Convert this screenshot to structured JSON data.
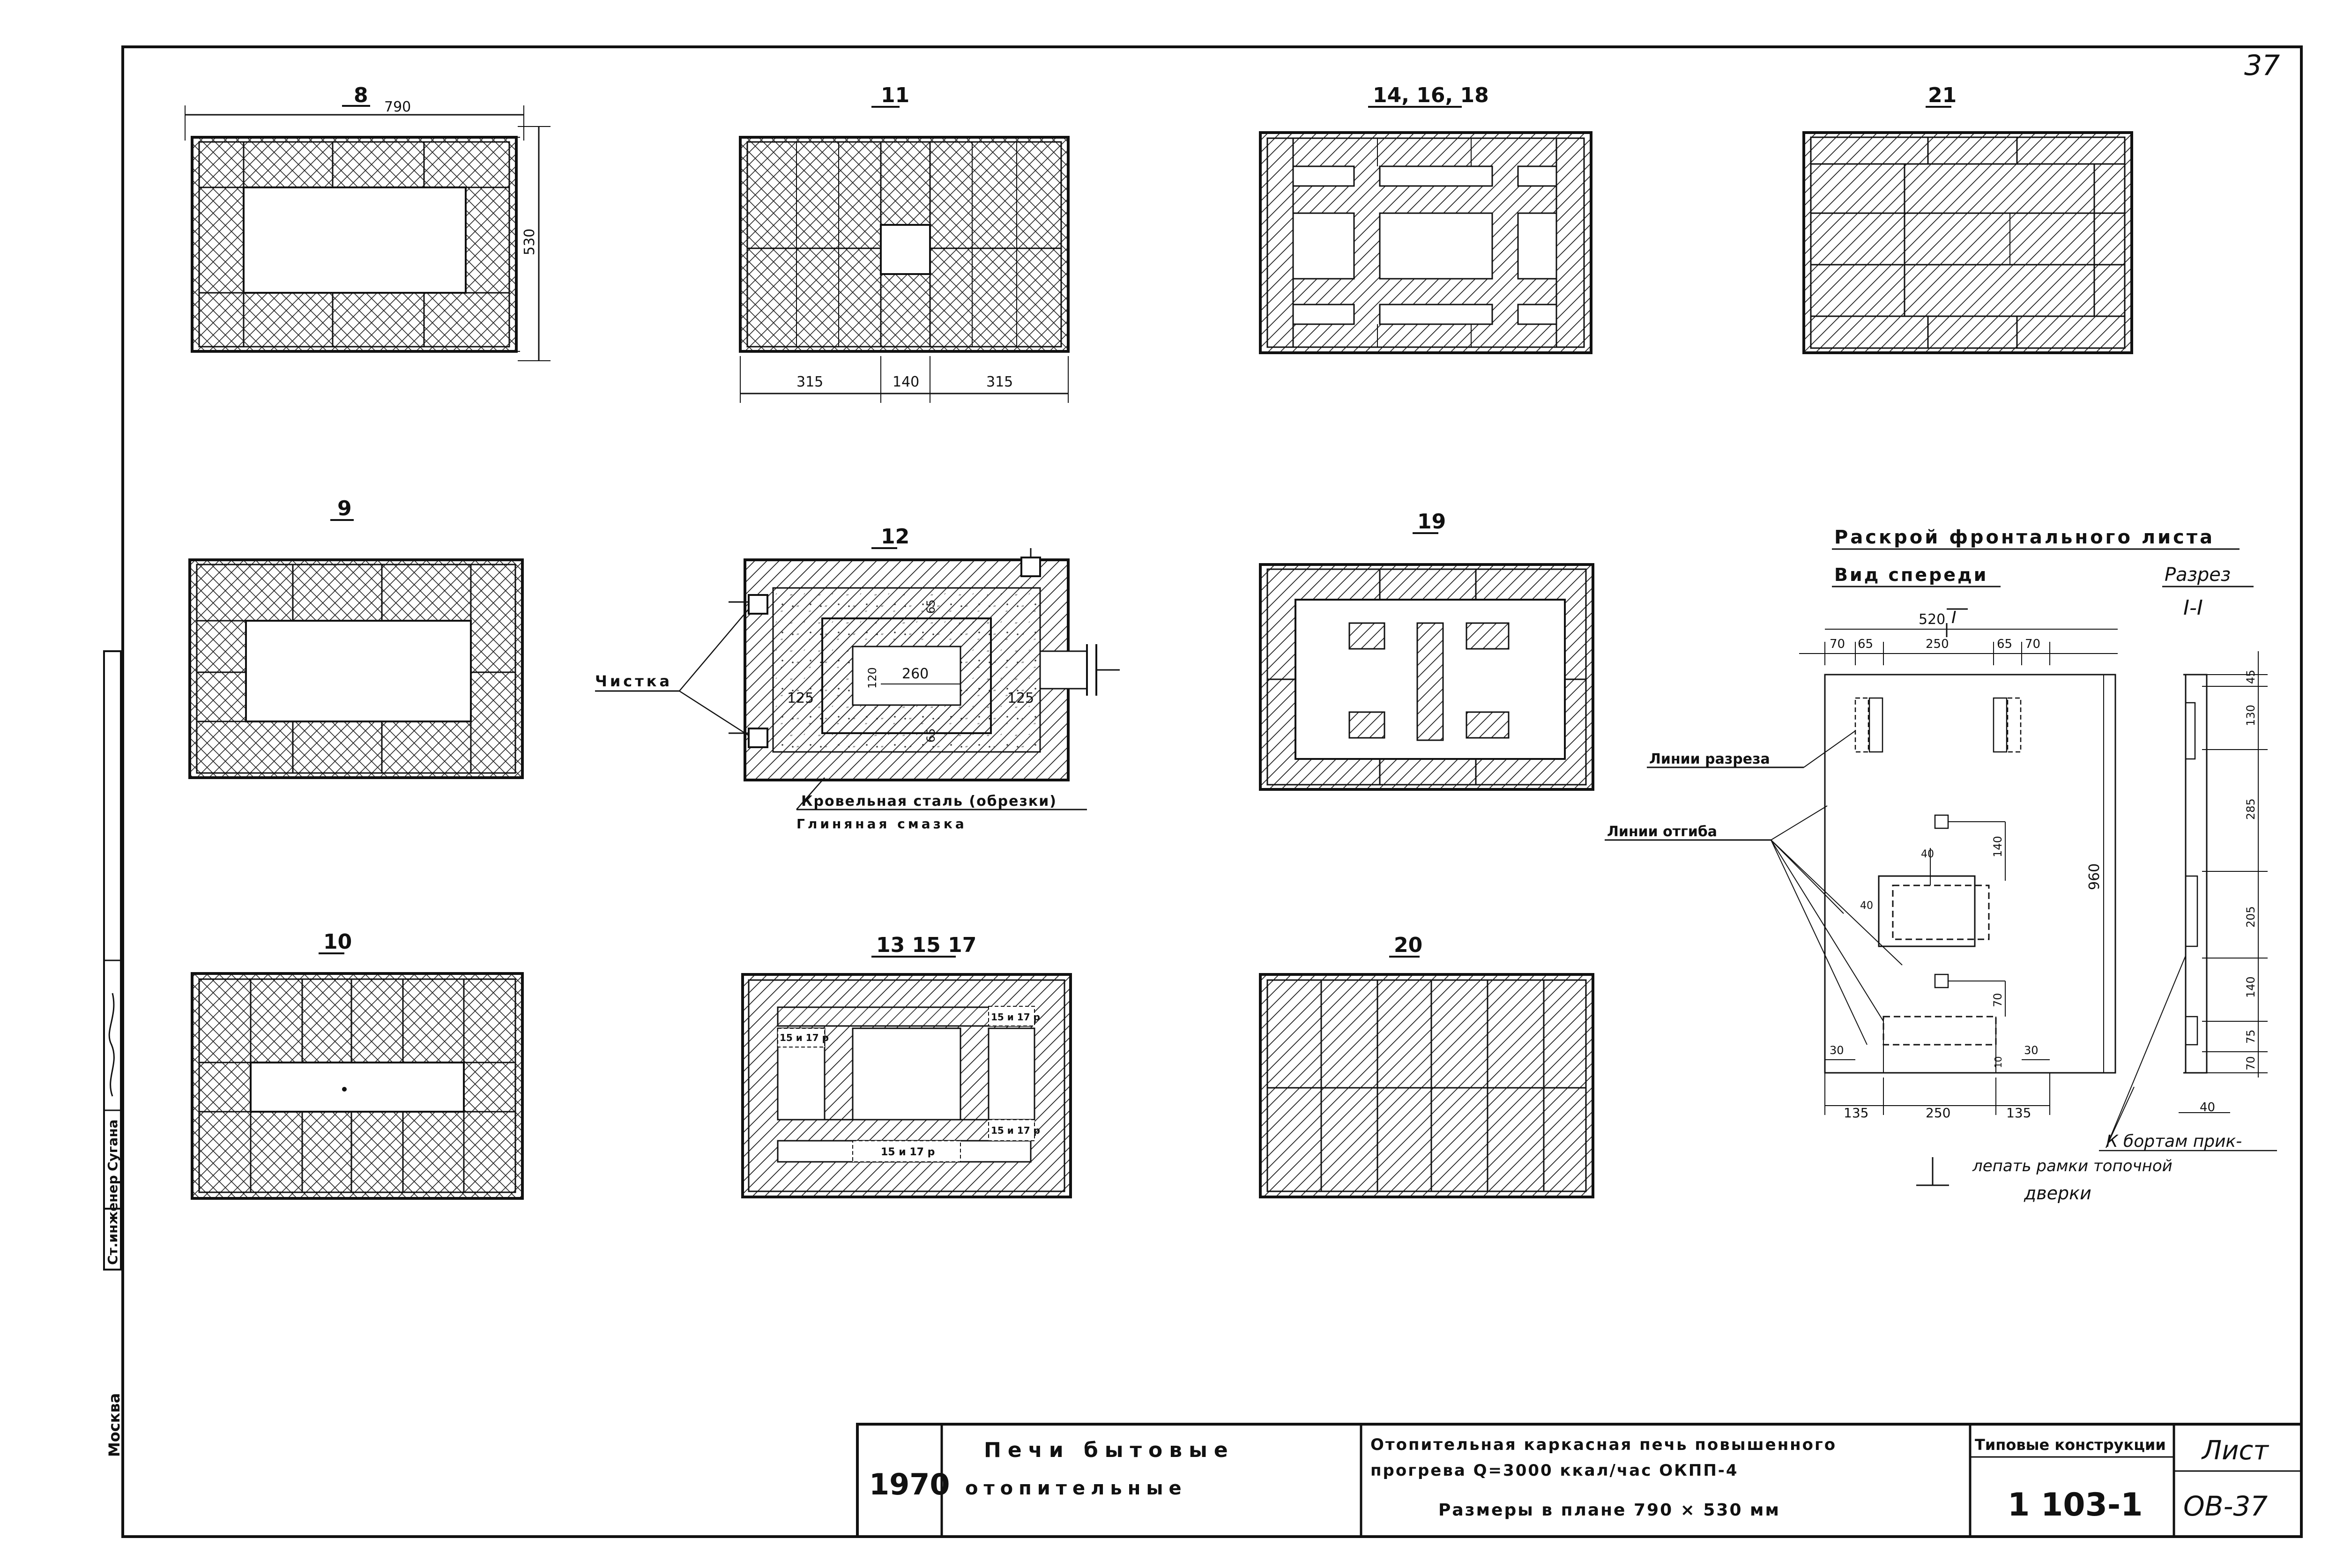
{
  "sheet": {
    "page_number": "37",
    "city": "Москва",
    "signatures": {
      "role": "Ст.инженер",
      "name": "Сугана"
    }
  },
  "courses": [
    {
      "id": "c8",
      "label": "8",
      "dims": {
        "width": "790",
        "height": "530"
      }
    },
    {
      "id": "c11",
      "label": "11",
      "dims": {
        "left": "315",
        "center": "140",
        "right": "315"
      }
    },
    {
      "id": "c14",
      "label": "14, 16, 18"
    },
    {
      "id": "c21",
      "label": "21"
    },
    {
      "id": "c9",
      "label": "9"
    },
    {
      "id": "c12",
      "label": "12",
      "dims": {
        "a": "260",
        "b": "120",
        "c": "125",
        "d": "125",
        "e": "65",
        "f": "65"
      }
    },
    {
      "id": "c19",
      "label": "19"
    },
    {
      "id": "c10",
      "label": "10"
    },
    {
      "id": "c13",
      "label": "13 15 17",
      "marks": [
        "15 и 17 р",
        "15 и 17 р",
        "15 и 17 р",
        "15 и 17 р"
      ]
    },
    {
      "id": "c20",
      "label": "20"
    }
  ],
  "callouts": {
    "cleaning": "Чистка",
    "roof_steel": "Кровельная сталь (обрезки)",
    "clay_coat": "Глиняная смазка"
  },
  "front_sheet": {
    "title": "Раскрой фронтального листа",
    "front_view": "Вид спереди",
    "section": "Разрез",
    "section_mark": "I-I",
    "section_tag": "I",
    "cut_line": "Линии разреза",
    "bend_line": "Линии отгиба",
    "note": [
      "К бортам прик-",
      "лепать рамки топочной",
      "дверки"
    ],
    "dims_top": [
      "70",
      "65",
      "250",
      "65",
      "70"
    ],
    "width": "520",
    "height": "960",
    "dims_bottom": [
      "135",
      "250",
      "135"
    ],
    "dims_inner": [
      "140",
      "40",
      "40",
      "70",
      "30",
      "30",
      "10"
    ],
    "section_dims": [
      "45",
      "130",
      "285",
      "205",
      "140",
      "75",
      "70"
    ],
    "section_bottom": "40"
  },
  "title_block": {
    "year": "1970",
    "group_line1": "Печи бытовые",
    "group_line2": "отопительные",
    "desc_line1": "Отопительная каркасная печь повышенного",
    "desc_line2": "прогрева Q=3000 ккал/час    ОКПП-4",
    "desc_line3": "Размеры в плане  790 × 530 мм",
    "series_label": "Типовые конструкции",
    "series_number": "1 103-1",
    "sheet_label": "Лист",
    "sheet_number": "ОВ-37"
  }
}
